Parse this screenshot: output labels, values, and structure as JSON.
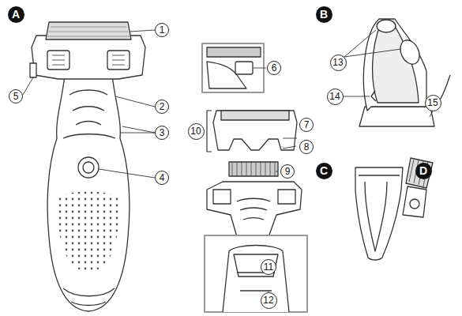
{
  "diagram": {
    "nodes": [
      {
        "text": [
          "A"
        ]
      },
      {
        "text": [
          "1"
        ]
      },
      {
        "text": [
          "2"
        ]
      },
      {
        "text": [
          "3"
        ]
      },
      {
        "text": [
          "4"
        ]
      },
      {
        "text": [
          "5"
        ]
      },
      {
        "text": [
          "6"
        ]
      },
      {
        "text": [
          "10"
        ]
      },
      {
        "text": [
          "7"
        ]
      },
      {
        "text": [
          "8"
        ]
      },
      {
        "text": [
          "9"
        ]
      },
      {
        "text": [
          "11"
        ]
      },
      {
        "text": [
          "12"
        ]
      },
      {
        "text": [
          "B"
        ]
      },
      {
        "text": [
          "13"
        ]
      },
      {
        "text": [
          "14"
        ]
      },
      {
        "text": [
          "15"
        ]
      },
      {
        "text": [
          "C"
        ]
      },
      {
        "text": [
          "D"
        ]
      }
    ]
  }
}
